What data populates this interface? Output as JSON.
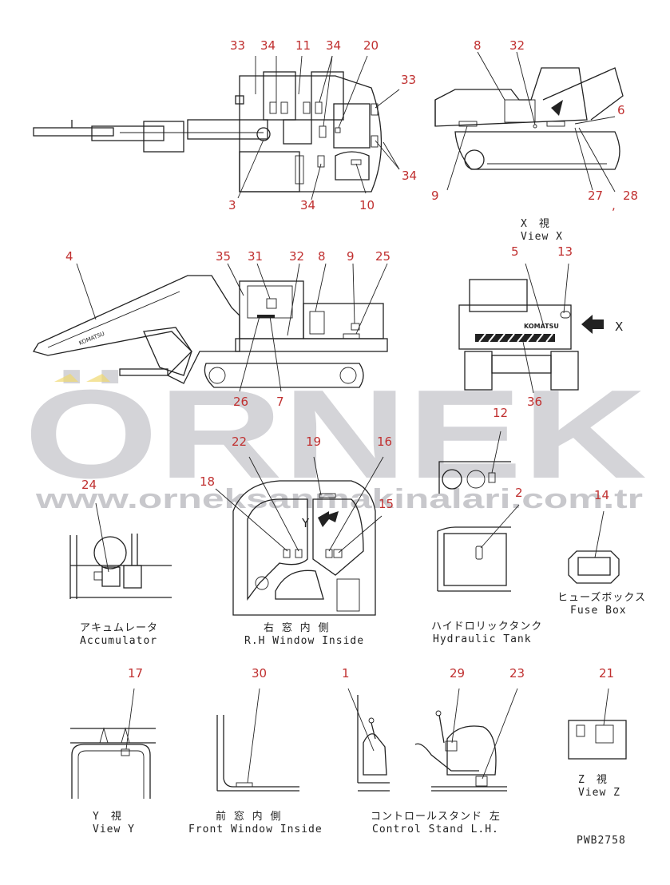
{
  "drawing_code": "PWB2758",
  "watermark": {
    "brand": "ÖRNEK",
    "url": "www.orneksanmakinalari.com.tr"
  },
  "callouts": {
    "top_view": [
      "33",
      "34",
      "11",
      "34",
      "20",
      "33",
      "34",
      "10",
      "34",
      "3"
    ],
    "view_x_top": [
      "8",
      "32",
      "6",
      "9",
      "27",
      "28"
    ],
    "side_view": [
      "4",
      "35",
      "31",
      "32",
      "8",
      "9",
      "25",
      "26",
      "7"
    ],
    "rear_view": [
      "5",
      "13",
      "36"
    ],
    "window": [
      "22",
      "19",
      "16",
      "18",
      "15"
    ],
    "accumulator": [
      "24"
    ],
    "tank": [
      "12",
      "2"
    ],
    "fuse": [
      "14"
    ],
    "view_y": [
      "17"
    ],
    "front_window": [
      "30"
    ],
    "control_stand": [
      "1",
      "29",
      "23"
    ],
    "view_z": [
      "21"
    ]
  },
  "arrow_label": "X",
  "y_label": "Y",
  "comma": ",",
  "captions": {
    "view_x_jp": "X　視",
    "view_x_en": "View X",
    "accumulator_jp": "アキュムレータ",
    "accumulator_en": "Accumulator",
    "rh_window_jp": "右 窓 内 側",
    "rh_window_en": "R.H Window Inside",
    "hydraulic_tank_jp": "ハイドロリックタンク",
    "hydraulic_tank_en": "Hydraulic Tank",
    "fuse_box_jp": "ヒューズボックス",
    "fuse_box_en": "Fuse Box",
    "view_y_jp": "Y　視",
    "view_y_en": "View Y",
    "front_window_jp": "前 窓 内 側",
    "front_window_en": "Front Window Inside",
    "control_stand_jp": "コントロールスタンド 左",
    "control_stand_en": "Control Stand L.H.",
    "view_z_jp": "Z　視",
    "view_z_en": "View Z"
  },
  "brand_text": "KOMATSU"
}
